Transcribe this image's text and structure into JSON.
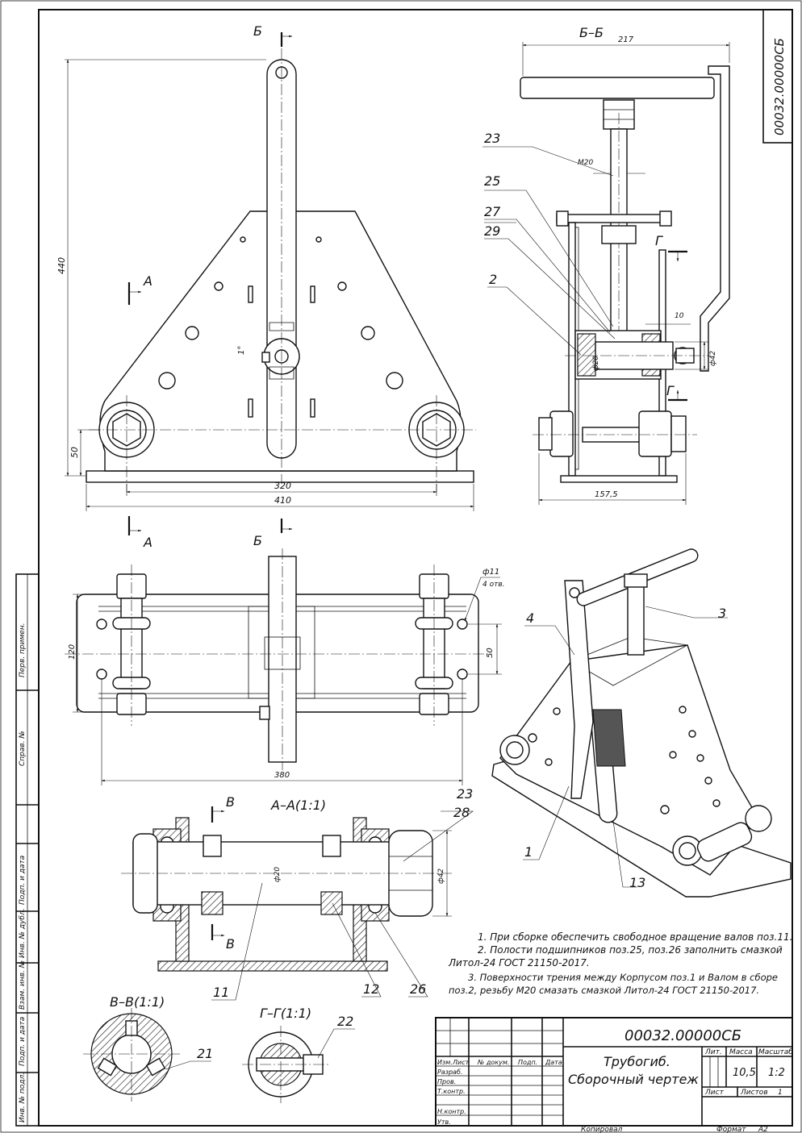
{
  "document_code": "00032.00000СБ",
  "section_labels": {
    "b": "Б",
    "bb": "Б–Б",
    "a": "А",
    "aa": "А–А(1:1)",
    "v": "В",
    "vv": "В–В(1:1)",
    "g": "Г",
    "gg": "Г–Г(1:1)"
  },
  "dimensions": {
    "height_total": "440",
    "base_height": "50",
    "base_inner": "320",
    "base_outer": "410",
    "angle": "1°",
    "top_width": "217",
    "thread": "M20",
    "offset_10": "10",
    "shaft_dia": "ф20",
    "roller_dia": "ф42",
    "depth": "157,5",
    "hole_dia": "ф11",
    "hole_count": "4 отв.",
    "plan_width": "120",
    "plan_spacing": "50",
    "plan_length": "380"
  },
  "positions": {
    "p1": "1",
    "p2": "2",
    "p3": "3",
    "p4": "4",
    "p11": "11",
    "p12": "12",
    "p13": "13",
    "p21": "21",
    "p22": "22",
    "p23": "23",
    "p25": "25",
    "p26": "26",
    "p27": "27",
    "p28": "28",
    "p29": "29"
  },
  "notes": [
    "1. При сборке обеспечить свободное вращение валов поз.11.",
    "2. Полости подшипников поз.25, поз.26 заполнить смазкой",
    "Литол-24 ГОСТ 21150-2017.",
    "3. Поверхности трения между Корпусом поз.1 и Валом в сборе",
    "поз.2, резьбу М20 смазать смазкой Литол-24 ГОСТ 21150-2017."
  ],
  "title_block": {
    "designation": "00032.00000СБ",
    "name_line1": "Трубогиб.",
    "name_line2": "Сборочный чертеж",
    "col_izm": "Изм.",
    "col_list": "Лист",
    "col_doc": "№ докум.",
    "col_sign": "Подп.",
    "col_date": "Дата",
    "row_razrab": "Разраб.",
    "row_prov": "Пров.",
    "row_tkontr": "Т.контр.",
    "row_nkontr": "Н.контр.",
    "row_utv": "Утв.",
    "lit_label": "Лит.",
    "mass_label": "Масса",
    "scale_label": "Масштаб",
    "mass_value": "10,5",
    "scale_value": "1:2",
    "sheet_label": "Лист",
    "sheets_label": "Листов",
    "sheets_value": "1"
  },
  "left_strip": {
    "perv_primen": "Перв. примен.",
    "sprav_no": "Справ. №",
    "podp_data_1": "Подп. и дата",
    "inv_dubl": "Инв. № дубл.",
    "vzam_inv": "Взам. инв. №",
    "podp_data_2": "Подп. и дата",
    "inv_podl": "Инв. № подл."
  },
  "footer": {
    "kopiroval": "Копировал",
    "format_label": "Формат",
    "format_value": "А2"
  }
}
